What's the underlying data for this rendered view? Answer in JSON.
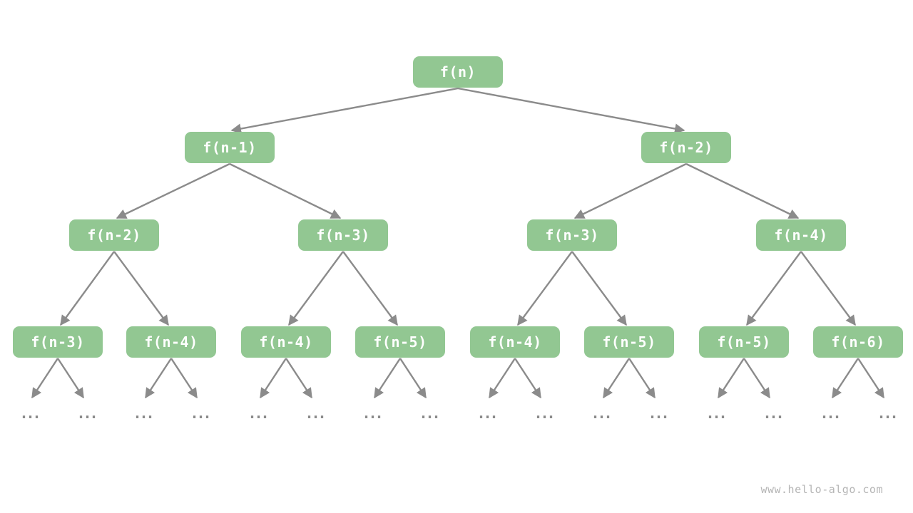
{
  "watermark": "www.hello-algo.com",
  "diagram": {
    "colors": {
      "node_fill": "#92C792",
      "node_text": "#FFFFFF",
      "arrow": "#8B8B8B",
      "watermark": "#B5B5B5",
      "background": "#FFFFFF"
    },
    "levels": [
      {
        "nodes": [
          {
            "label": "f(n)"
          }
        ]
      },
      {
        "nodes": [
          {
            "label": "f(n-1)"
          },
          {
            "label": "f(n-2)"
          }
        ]
      },
      {
        "nodes": [
          {
            "label": "f(n-2)"
          },
          {
            "label": "f(n-3)"
          },
          {
            "label": "f(n-3)"
          },
          {
            "label": "f(n-4)"
          }
        ]
      },
      {
        "nodes": [
          {
            "label": "f(n-3)"
          },
          {
            "label": "f(n-4)"
          },
          {
            "label": "f(n-4)"
          },
          {
            "label": "f(n-5)"
          },
          {
            "label": "f(n-4)"
          },
          {
            "label": "f(n-5)"
          },
          {
            "label": "f(n-5)"
          },
          {
            "label": "f(n-6)"
          }
        ]
      },
      {
        "nodes": [
          {
            "label": "..."
          },
          {
            "label": "..."
          },
          {
            "label": "..."
          },
          {
            "label": "..."
          },
          {
            "label": "..."
          },
          {
            "label": "..."
          },
          {
            "label": "..."
          },
          {
            "label": "..."
          },
          {
            "label": "..."
          },
          {
            "label": "..."
          },
          {
            "label": "..."
          },
          {
            "label": "..."
          },
          {
            "label": "..."
          },
          {
            "label": "..."
          },
          {
            "label": "..."
          },
          {
            "label": "..."
          }
        ]
      }
    ]
  }
}
